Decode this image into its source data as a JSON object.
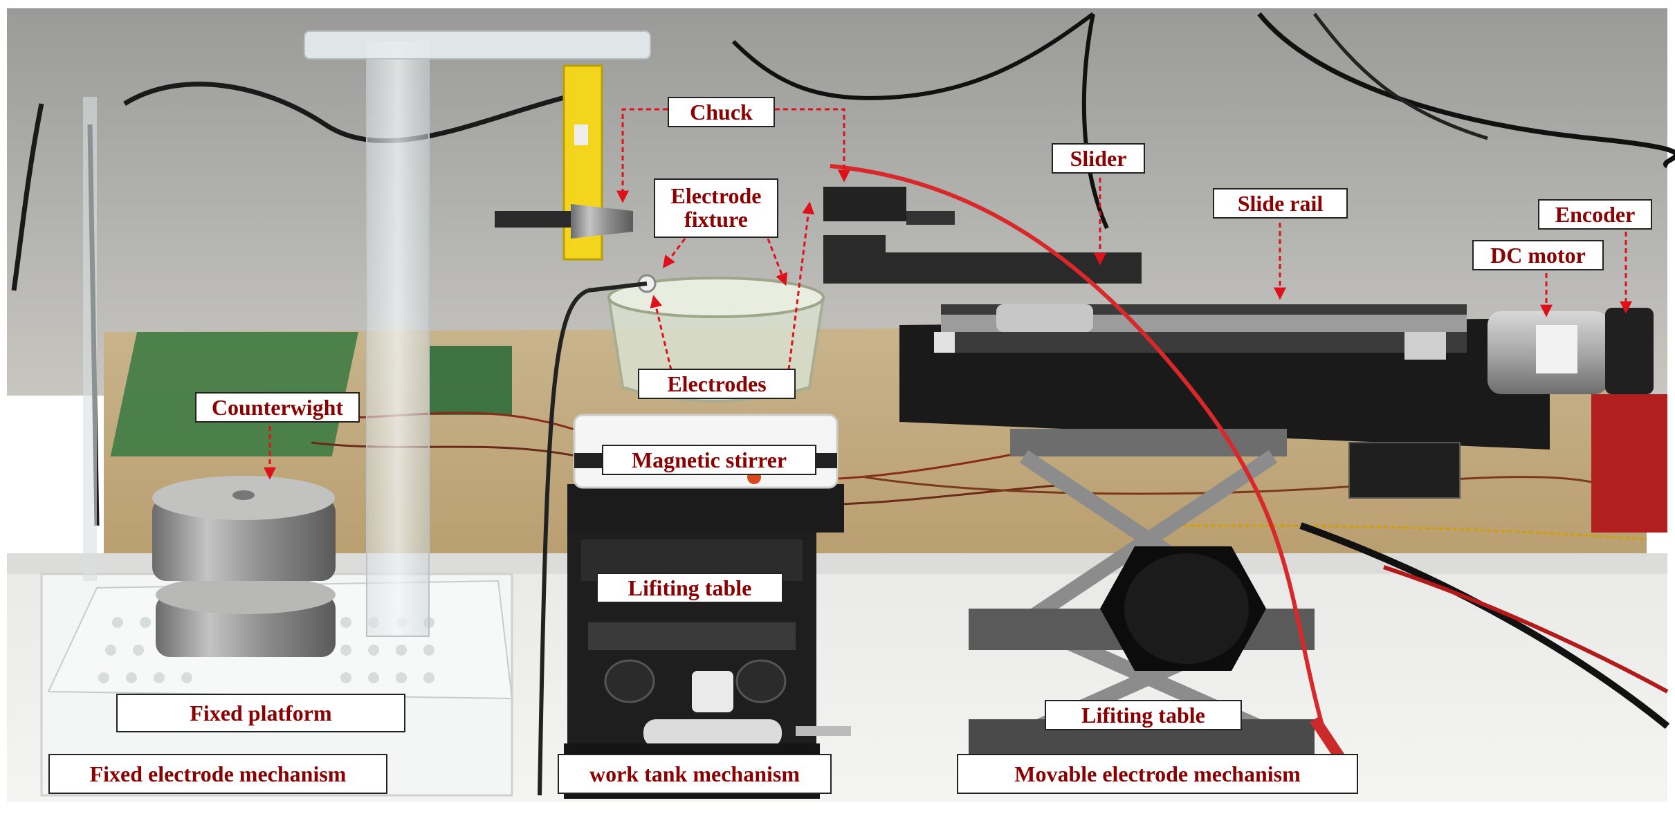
{
  "labels": {
    "chuck": "Chuck",
    "electrode_fixture": "Electrode fixture",
    "slider": "Slider",
    "slide_rail": "Slide rail",
    "encoder": "Encoder",
    "dc_motor": "DC motor",
    "counterweight": "Counterwight",
    "electrodes": "Electrodes",
    "magnetic_stirrer": "Magnetic stirrer",
    "lifting_table_center": "Lifiting table",
    "lifting_table_right": "Lifiting table",
    "fixed_platform": "Fixed platform",
    "fixed_electrode_mechanism": "Fixed electrode mechanism",
    "work_tank_mechanism": "work tank mechanism",
    "movable_electrode_mechanism": "Movable electrode mechanism"
  },
  "colors": {
    "label_text": "#8b0000",
    "arrow": "#e0101a",
    "background": "#ffffff"
  }
}
